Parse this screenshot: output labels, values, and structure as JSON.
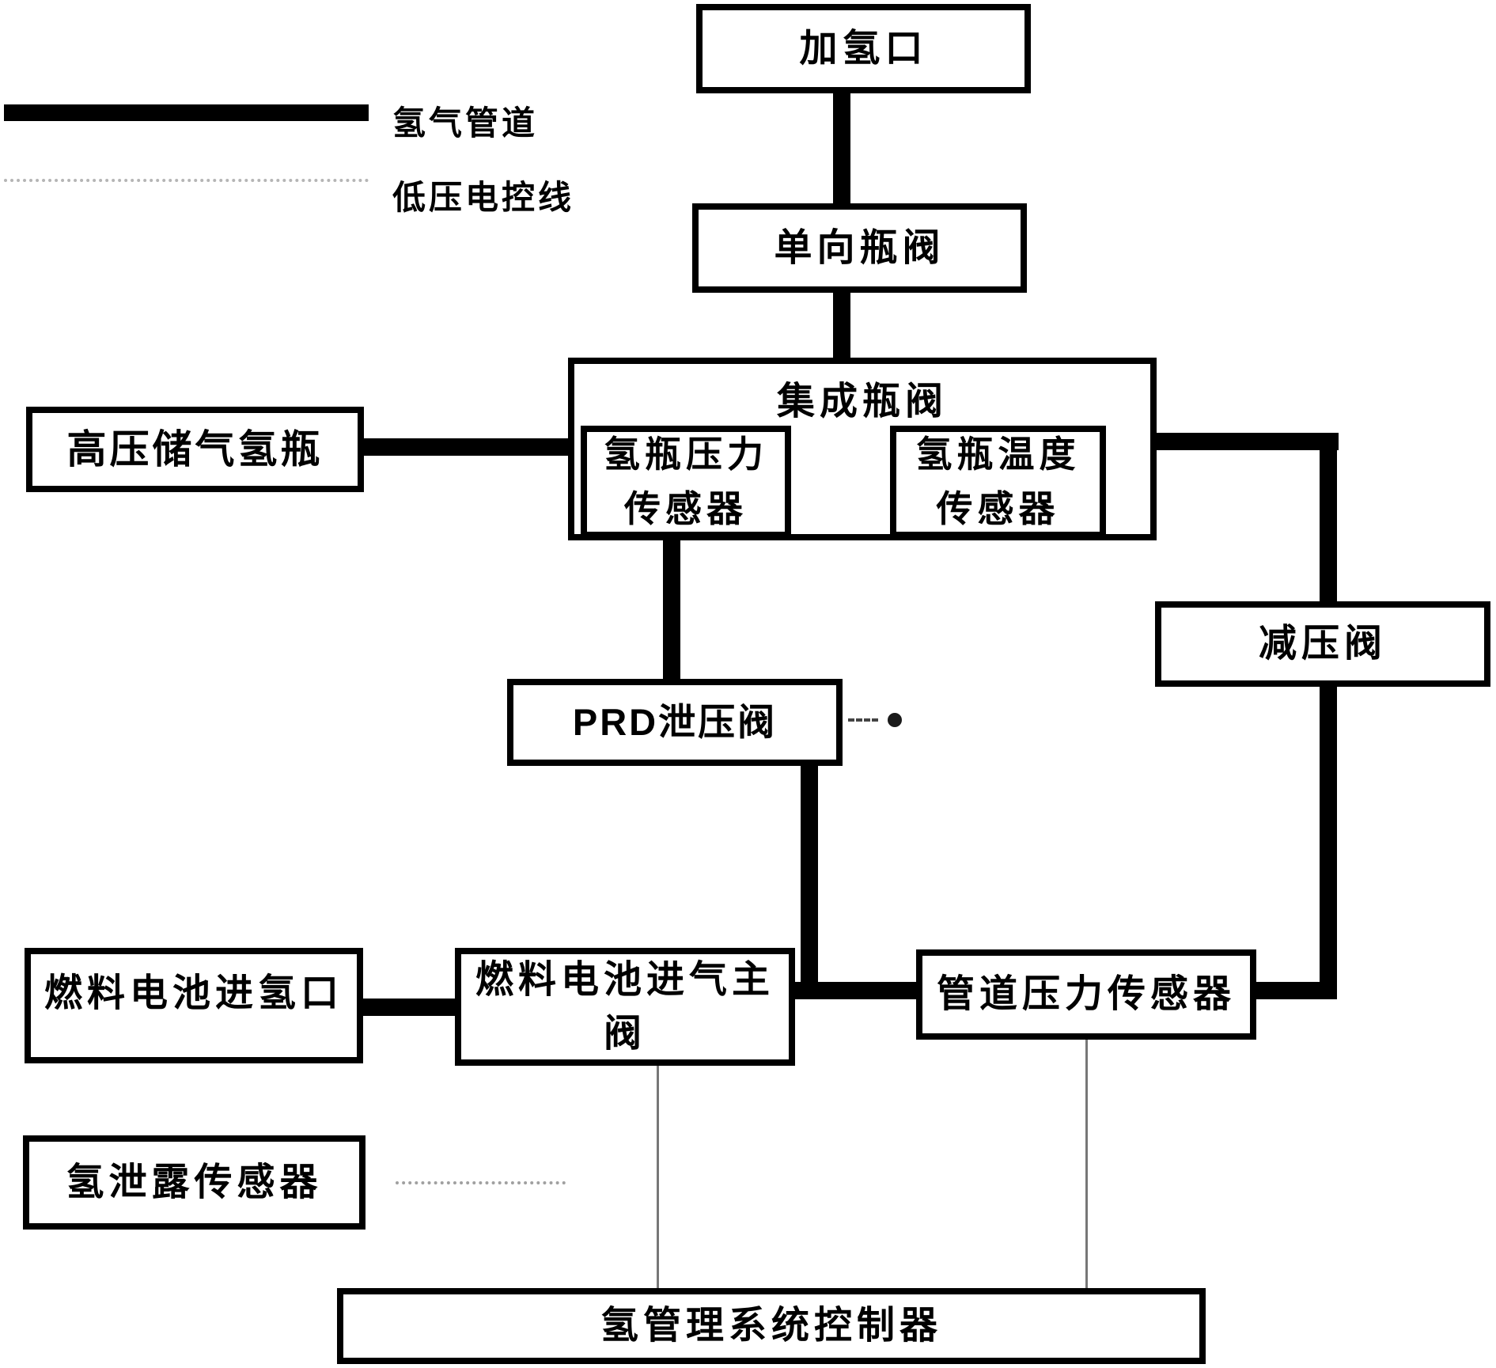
{
  "diagram": {
    "type": "block-diagram",
    "subject": "fuel-cell hydrogen supply system",
    "legend": {
      "pipe_label": "氢气管道",
      "control_label": "低压电控线"
    },
    "nodes": {
      "filling_port": {
        "label": "加氢口"
      },
      "check_valve": {
        "label": "单向瓶阀"
      },
      "integrated_valve": {
        "label": "集成瓶阀"
      },
      "bottle_pressure_sensor": {
        "label": "氢瓶压力\n传感器"
      },
      "bottle_temp_sensor": {
        "label": "氢瓶温度\n传感器"
      },
      "hp_bottle": {
        "label": "高压储气氢瓶"
      },
      "reducing_valve": {
        "label": "减压阀"
      },
      "prd_valve": {
        "label": "PRD泄压阀"
      },
      "fc_inlet": {
        "label": "燃料电池进氢口"
      },
      "fc_main_valve": {
        "label": "燃料电池进气主\n阀"
      },
      "pipe_pressure_sensor": {
        "label": "管道压力传感器"
      },
      "leak_sensor": {
        "label": "氢泄露传感器"
      },
      "controller": {
        "label": "氢管理系统控制器"
      }
    },
    "colors": {
      "ink": "#000000",
      "background": "#ffffff",
      "wire": "#777777",
      "faint_dotted": "#b5b5b5"
    }
  }
}
